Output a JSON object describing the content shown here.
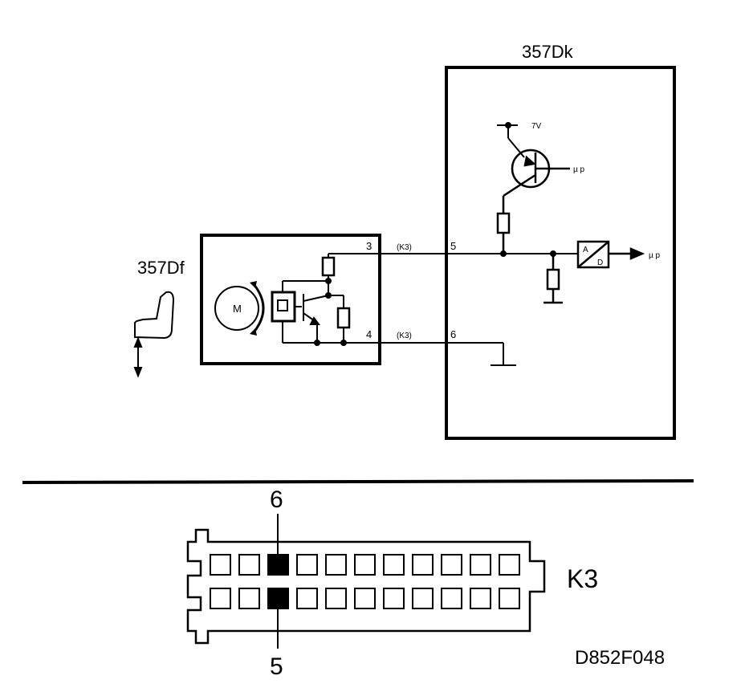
{
  "modules": {
    "sensor": {
      "label": "357Df"
    },
    "control_unit": {
      "label": "357Dk"
    }
  },
  "pins": {
    "sensor_pin_a": "3",
    "sensor_pin_b": "4",
    "unit_pin_a": "5",
    "unit_pin_b": "6"
  },
  "wires": {
    "connector_tag_top": "(K3)",
    "connector_tag_bottom": "(K3)"
  },
  "components": {
    "motor_label": "M",
    "supply_voltage": "7V",
    "microprocessor_label_1": "µ p",
    "microprocessor_label_2": "µ p",
    "adc_a": "A",
    "adc_d": "D"
  },
  "connector": {
    "name": "K3",
    "top_pin_highlight": "6",
    "bottom_pin_highlight": "5",
    "cells_per_row": 11,
    "highlighted_column": 3
  },
  "figure_code": "D852F048",
  "colors": {
    "line": "#000000",
    "background": "#ffffff"
  }
}
